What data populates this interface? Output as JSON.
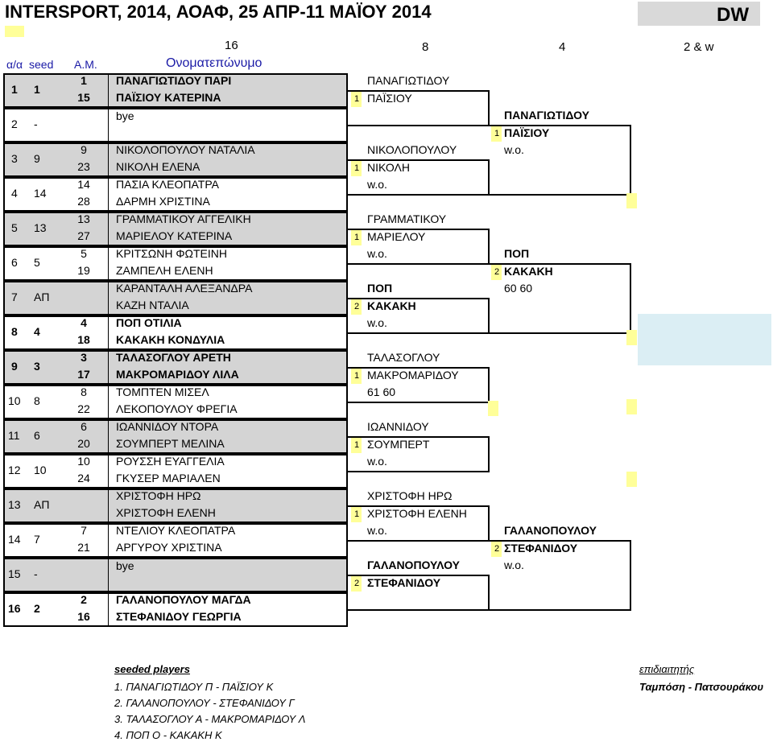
{
  "title": "INTERSPORT, 2014, ΑΟΑΦ, 25 ΑΠΡ-11 ΜΑΪΟΥ 2014",
  "event": "DW",
  "rounds": [
    "16",
    "8",
    "4",
    "2 & w"
  ],
  "columns": {
    "pos": "α/α",
    "seed": "seed",
    "am": "Α.Μ.",
    "name": "Ονοματεπώνυμο"
  },
  "pairs": [
    {
      "pos": "1",
      "seed": "1",
      "p": [
        {
          "am": "1",
          "name": "ΠΑΝΑΓΙΩΤΙΔΟΥ ΠΑΡΙ"
        },
        {
          "am": "15",
          "name": "ΠΑΪΣΙΟΥ ΚΑΤΕΡΙΝΑ"
        }
      ]
    },
    {
      "pos": "2",
      "seed": "-",
      "bye": "bye"
    },
    {
      "pos": "3",
      "seed": "9",
      "p": [
        {
          "am": "9",
          "name": "ΝΙΚΟΛΟΠΟΥΛΟΥ ΝΑΤΑΛΙΑ"
        },
        {
          "am": "23",
          "name": "ΝΙΚΟΛΗ ΕΛΕΝΑ"
        }
      ]
    },
    {
      "pos": "4",
      "seed": "14",
      "p": [
        {
          "am": "14",
          "name": "ΠΑΣΙΑ ΚΛΕΟΠΑΤΡΑ"
        },
        {
          "am": "28",
          "name": "ΔΑΡΜΗ ΧΡΙΣΤΙΝΑ"
        }
      ]
    },
    {
      "pos": "5",
      "seed": "13",
      "p": [
        {
          "am": "13",
          "name": "ΓΡΑΜΜΑΤΙΚΟΥ ΑΓΓΕΛΙΚΗ"
        },
        {
          "am": "27",
          "name": "ΜΑΡΙΕΛΟΥ ΚΑΤΕΡΙΝΑ"
        }
      ]
    },
    {
      "pos": "6",
      "seed": "5",
      "p": [
        {
          "am": "5",
          "name": "ΚΡΙΤΣΩΝΗ ΦΩΤΕΙΝΗ"
        },
        {
          "am": "19",
          "name": "ΖΑΜΠΕΛΗ ΕΛΕΝΗ"
        }
      ]
    },
    {
      "pos": "7",
      "seed": "ΑΠ",
      "p": [
        {
          "am": "",
          "name": "ΚΑΡΑΝΤΑΛΗ ΑΛΕΞΑΝΔΡΑ"
        },
        {
          "am": "",
          "name": "ΚΑΖΗ ΝΤΑΛΙΑ"
        }
      ]
    },
    {
      "pos": "8",
      "seed": "4",
      "p": [
        {
          "am": "4",
          "name": "ΠΟΠ ΟΤΙΛΙΑ"
        },
        {
          "am": "18",
          "name": "ΚΑΚΑΚΗ ΚΟΝΔΥΛΙΑ"
        }
      ]
    },
    {
      "pos": "9",
      "seed": "3",
      "p": [
        {
          "am": "3",
          "name": "ΤΑΛΑΣΟΓΛΟΥ ΑΡΕΤΗ"
        },
        {
          "am": "17",
          "name": "ΜΑΚΡΟΜΑΡΙΔΟΥ ΛΙΛΑ"
        }
      ]
    },
    {
      "pos": "10",
      "seed": "8",
      "p": [
        {
          "am": "8",
          "name": "ΤΟΜΠΤΕΝ ΜΙΣΕΛ"
        },
        {
          "am": "22",
          "name": "ΛΕΚΟΠΟΥΛΟΥ ΦΡΕΓΙΑ"
        }
      ]
    },
    {
      "pos": "11",
      "seed": "6",
      "p": [
        {
          "am": "6",
          "name": "ΙΩΑΝΝΙΔΟΥ ΝΤΟΡΑ"
        },
        {
          "am": "20",
          "name": "ΣΟΥΜΠΕΡΤ ΜΕΛΙΝΑ"
        }
      ]
    },
    {
      "pos": "12",
      "seed": "10",
      "p": [
        {
          "am": "10",
          "name": "ΡΟΥΣΣΗ ΕΥΑΓΓΕΛΙΑ"
        },
        {
          "am": "24",
          "name": "ΓΚΥΣΕΡ ΜΑΡΙΑΛΕΝ"
        }
      ]
    },
    {
      "pos": "13",
      "seed": "ΑΠ",
      "p": [
        {
          "am": "",
          "name": "ΧΡΙΣΤΟΦΗ ΗΡΩ"
        },
        {
          "am": "",
          "name": "ΧΡΙΣΤΟΦΗ ΕΛΕΝΗ"
        }
      ]
    },
    {
      "pos": "14",
      "seed": "7",
      "p": [
        {
          "am": "7",
          "name": "ΝΤΕΛΙΟΥ ΚΛΕΟΠΑΤΡΑ"
        },
        {
          "am": "21",
          "name": "ΑΡΓΥΡΟΥ ΧΡΙΣΤΙΝΑ"
        }
      ]
    },
    {
      "pos": "15",
      "seed": "-",
      "bye": "bye"
    },
    {
      "pos": "16",
      "seed": "2",
      "p": [
        {
          "am": "2",
          "name": "ΓΑΛΑΝΟΠΟΥΛΟΥ ΜΑΓΔΑ"
        },
        {
          "am": "16",
          "name": "ΣΤΕΦΑΝΙΔΟΥ ΓΕΩΡΓΙΑ"
        }
      ]
    }
  ],
  "r8": [
    {
      "a": "ΠΑΝΑΓΙΩΤΙΔΟΥ",
      "b": "ΠΑΪΣΙΟΥ",
      "mark": "1"
    },
    {
      "a": "ΝΙΚΟΛΟΠΟΥΛΟΥ",
      "b": "ΝΙΚΟΛΗ",
      "mark": "1",
      "score": "w.o."
    },
    {
      "a": "ΓΡΑΜΜΑΤΙΚΟΥ",
      "b": "ΜΑΡΙΕΛΟΥ",
      "mark": "1",
      "score": "w.o."
    },
    {
      "a": "ΠΟΠ",
      "b": "ΚΑΚΑΚΗ",
      "mark": "2",
      "score": "w.o."
    },
    {
      "a": "ΤΑΛΑΣΟΓΛΟΥ",
      "b": "ΜΑΚΡΟΜΑΡΙΔΟΥ",
      "mark": "1",
      "score": "61 60"
    },
    {
      "a": "ΙΩΑΝΝΙΔΟΥ",
      "b": "ΣΟΥΜΠΕΡΤ",
      "mark": "1",
      "score": "w.o."
    },
    {
      "a": "ΧΡΙΣΤΟΦΗ ΗΡΩ",
      "b": "ΧΡΙΣΤΟΦΗ ΕΛΕΝΗ",
      "mark": "1",
      "score": "w.o."
    },
    {
      "a": "ΓΑΛΑΝΟΠΟΥΛΟΥ",
      "b": "ΣΤΕΦΑΝΙΔΟΥ",
      "mark": "2"
    }
  ],
  "r4": [
    {
      "a": "ΠΑΝΑΓΙΩΤΙΔΟΥ",
      "b": "ΠΑΪΣΙΟΥ",
      "mark": "1",
      "score": "w.o."
    },
    {
      "a": "ΠΟΠ",
      "b": "ΚΑΚΑΚΗ",
      "mark": "2",
      "score": "60 60"
    },
    {
      "a": "ΓΑΛΑΝΟΠΟΥΛΟΥ",
      "b": "ΣΤΕΦΑΝΙΔΟΥ",
      "mark": "2",
      "score": "w.o."
    }
  ],
  "footer": {
    "seeded_label": "seeded players",
    "seeded": [
      "1. ΠΑΝΑΓΙΩΤΙΔΟΥ Π - ΠΑΪΣΙΟΥ Κ",
      "2. ΓΑΛΑΝΟΠΟΥΛΟΥ  - ΣΤΕΦΑΝΙΔΟΥ Γ",
      "3. ΤΑΛΑΣΟΓΛΟΥ Α - ΜΑΚΡΟΜΑΡΙΔΟΥ Λ",
      "4. ΠΟΠ Ο - ΚΑΚΑΚΗ Κ"
    ],
    "referee_label": "επιδιαιτητής",
    "referee": "Ταμπόση - Πατσουράκου"
  }
}
